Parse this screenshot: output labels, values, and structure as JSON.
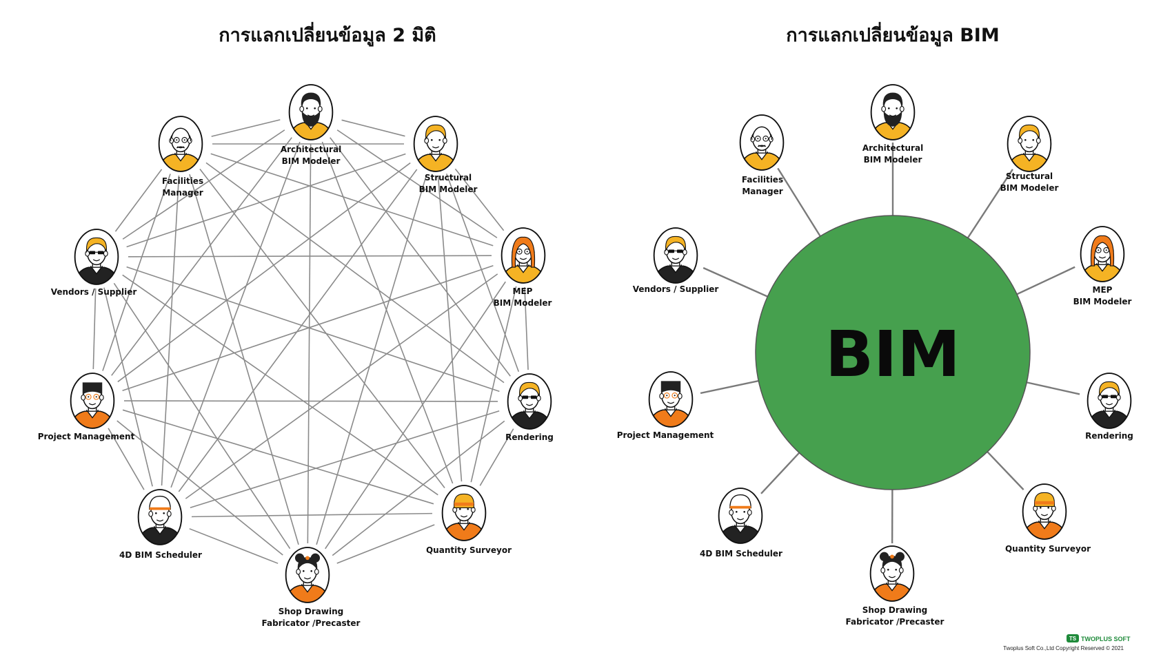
{
  "left_panel": {
    "title": "การแลกเปลี่ยนข้อมูล 2 มิติ",
    "roles": [
      {
        "id": "arch",
        "lines": [
          "Architectural",
          "BIM Modeler"
        ],
        "avatar": "bearded-man-avatar-icon"
      },
      {
        "id": "struct",
        "lines": [
          "Structural",
          "BIM Modeler"
        ],
        "avatar": "blond-man-avatar-icon"
      },
      {
        "id": "mep",
        "lines": [
          "MEP",
          "BIM Modeler"
        ],
        "avatar": "red-haired-woman-avatar-icon"
      },
      {
        "id": "render",
        "lines": [
          "Rendering"
        ],
        "avatar": "sunglasses-man-avatar-icon"
      },
      {
        "id": "qs",
        "lines": [
          "Quantity Surveyor"
        ],
        "avatar": "headband-woman-avatar-icon"
      },
      {
        "id": "shop",
        "lines": [
          "Shop Drawing",
          "Fabricator /Precaster"
        ],
        "avatar": "bun-hair-woman-avatar-icon"
      },
      {
        "id": "sched",
        "lines": [
          "4D BIM Scheduler"
        ],
        "avatar": "cap-man-avatar-icon"
      },
      {
        "id": "pm",
        "lines": [
          "Project Management"
        ],
        "avatar": "glasses-man-avatar-icon"
      },
      {
        "id": "vendor",
        "lines": [
          "Vendors / Supplier"
        ],
        "avatar": "sunglasses-blond-man-avatar-icon"
      },
      {
        "id": "fm",
        "lines": [
          "Facilities",
          "Manager"
        ],
        "avatar": "elderly-man-avatar-icon"
      }
    ]
  },
  "right_panel": {
    "title": "การแลกเปลี่ยนข้อมูล BIM",
    "hub_label": "BIM",
    "hub_color": "#46a04e",
    "roles": [
      {
        "id": "arch",
        "lines": [
          "Architectural",
          "BIM Modeler"
        ],
        "avatar": "bearded-man-avatar-icon"
      },
      {
        "id": "struct",
        "lines": [
          "Structural",
          "BIM Modeler"
        ],
        "avatar": "blond-man-avatar-icon"
      },
      {
        "id": "mep",
        "lines": [
          "MEP",
          "BIM Modeler"
        ],
        "avatar": "red-haired-woman-avatar-icon"
      },
      {
        "id": "render",
        "lines": [
          "Rendering"
        ],
        "avatar": "sunglasses-man-avatar-icon"
      },
      {
        "id": "qs",
        "lines": [
          "Quantity Surveyor"
        ],
        "avatar": "headband-woman-avatar-icon"
      },
      {
        "id": "shop",
        "lines": [
          "Shop Drawing",
          "Fabricator /Precaster"
        ],
        "avatar": "bun-hair-woman-avatar-icon"
      },
      {
        "id": "sched",
        "lines": [
          "4D BIM Scheduler"
        ],
        "avatar": "cap-man-avatar-icon"
      },
      {
        "id": "pm",
        "lines": [
          "Project Management"
        ],
        "avatar": "glasses-man-avatar-icon"
      },
      {
        "id": "vendor",
        "lines": [
          "Vendors / Supplier"
        ],
        "avatar": "sunglasses-blond-man-avatar-icon"
      },
      {
        "id": "fm",
        "lines": [
          "Facilities",
          "Manager"
        ],
        "avatar": "elderly-man-avatar-icon"
      }
    ]
  },
  "footer": {
    "brand_badge": "TS",
    "brand_name": "TWOPLUS SOFT",
    "copyright": "Twoplus Soft Co.,Ltd Copyright Reserved © 2021"
  },
  "colors": {
    "line": "#8a8a8a",
    "hub": "#46a04e",
    "accent_orange": "#f07b1a",
    "accent_yellow": "#f5b324",
    "brand_green": "#1e8a3a"
  }
}
